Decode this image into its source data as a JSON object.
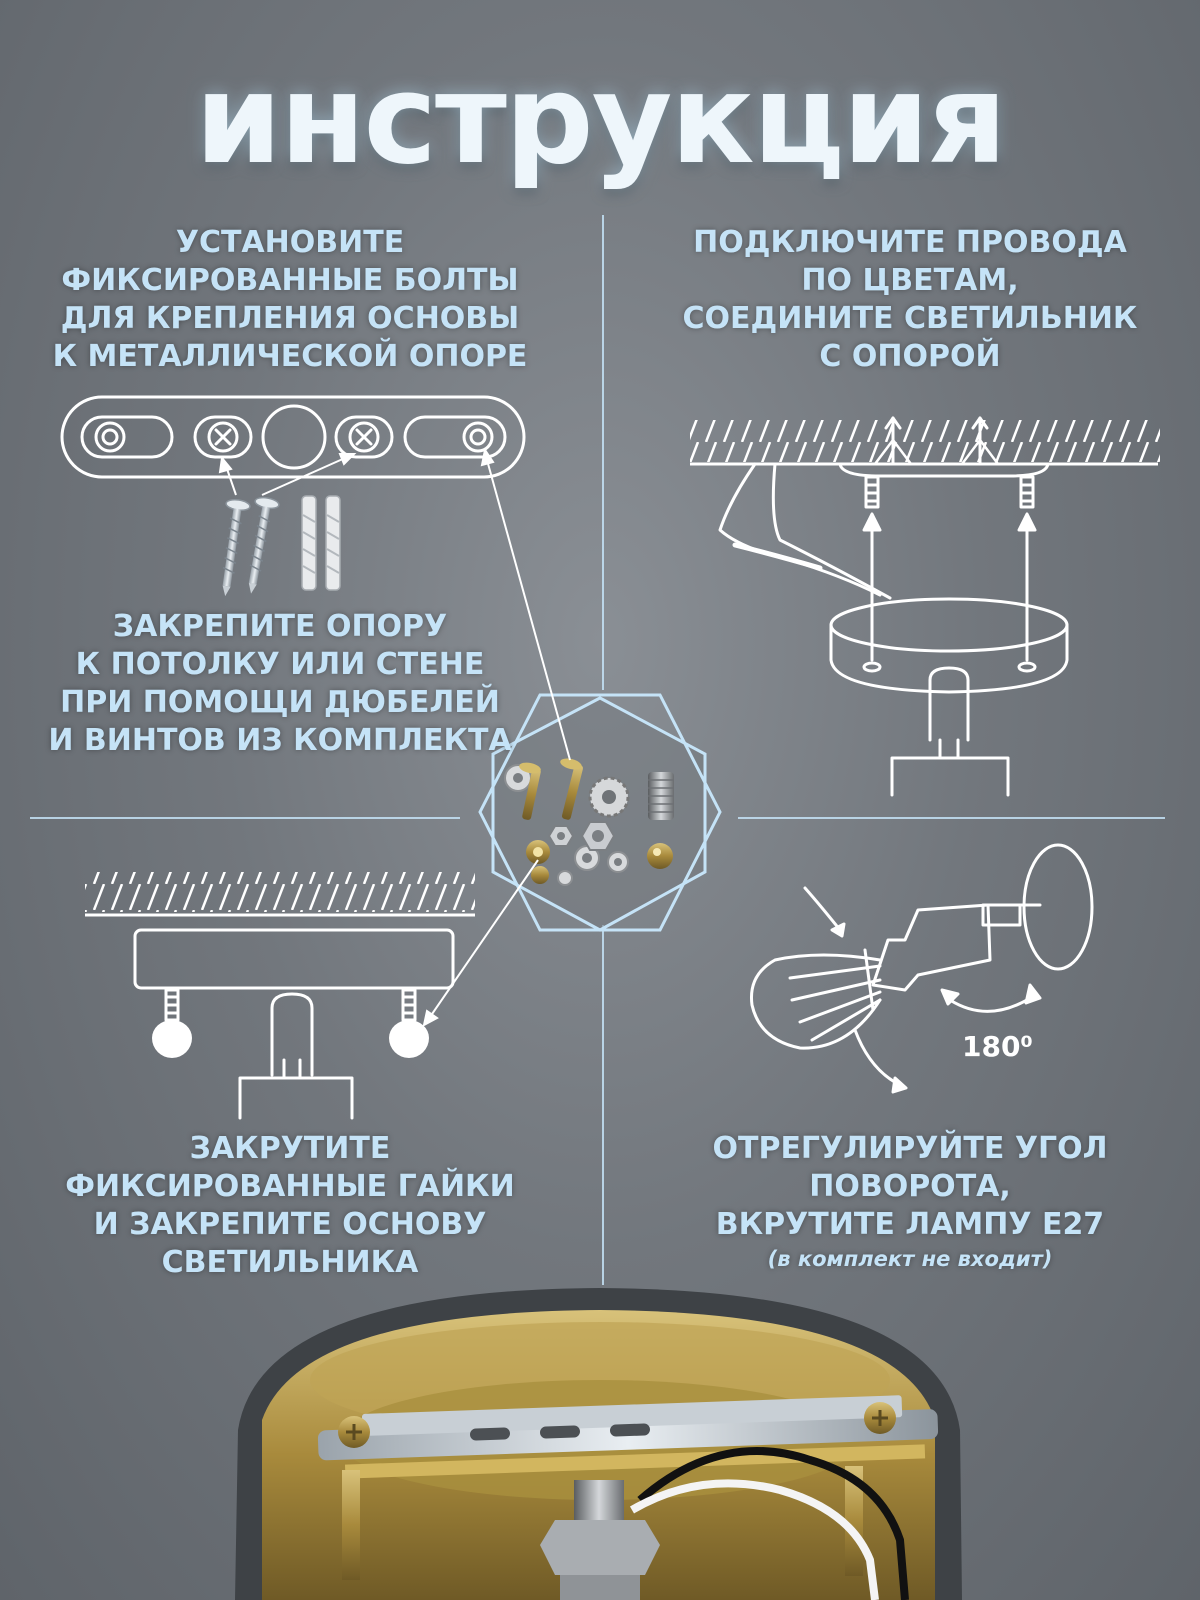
{
  "title": "инструкция",
  "steps": {
    "bolts": {
      "lines": [
        "установите",
        "фиксированные болты",
        "для крепления основы",
        "к металлической опоре"
      ]
    },
    "mount": {
      "lines": [
        "закрепите опору",
        "к потолку или стене",
        "при помощи дюбелей",
        "и винтов из комплекта"
      ]
    },
    "wires": {
      "lines": [
        "подключите провода",
        "по цветам,",
        "соедините светильник",
        "с опорой"
      ]
    },
    "nuts": {
      "lines": [
        "закрутите",
        "фиксированные гайки",
        "и закрепите основу",
        "светильника"
      ]
    },
    "angle": {
      "lines": [
        "отрегулируйте угол",
        "поворота,",
        "вкрутите лампу e27"
      ],
      "note": "(в комплект не входит)",
      "angle_label": "180⁰"
    }
  },
  "colors": {
    "caption": "#c5e3f7",
    "line_art": "#ffffff",
    "brass": "#b8963e"
  },
  "icons": [
    "mounting-bar-icon",
    "screw-icon",
    "dowel-icon",
    "hardware-kit-icon",
    "ceiling-canopy-icon",
    "bulb-icon",
    "rotation-arrow-icon"
  ]
}
